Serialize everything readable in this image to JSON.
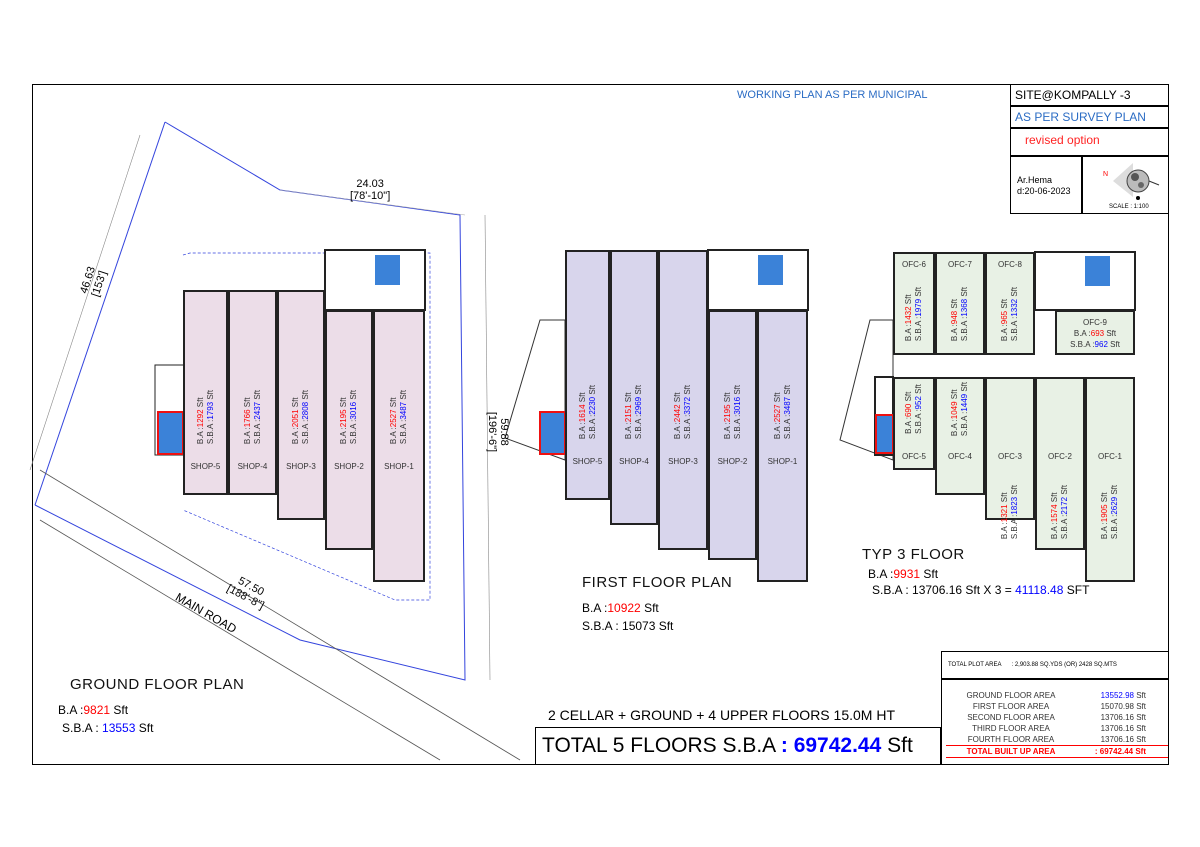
{
  "header": {
    "working_plan": "WORKING PLAN  AS PER MUNICIPAL"
  },
  "title_block": {
    "site": "SITE@KOMPALLY -3",
    "survey": "AS PER SURVEY PLAN",
    "revision": "revised option",
    "architect": "Ar.Hema",
    "date": "d:20-06-2023",
    "scale": "SCALE : 1:100",
    "north": "N"
  },
  "dimensions": {
    "top": "24.03",
    "top_ft": "[78'-10\"]",
    "left": "46.63",
    "left_ft": "[153']",
    "right": "59.88",
    "right_ft": "[196'-6\"]",
    "bottom": "57.50",
    "bottom_ft": "[188'-8\"]",
    "road": "MAIN ROAD"
  },
  "colors": {
    "ground": "#ecdde8",
    "first": "#d8d5ec",
    "typ": "#e8f1e5",
    "accent_red": "#ff0000",
    "accent_blue": "#0000ff"
  },
  "ground_floor": {
    "title": "GROUND  FLOOR  PLAN",
    "ba_label": "B.A :",
    "ba_value": "9821",
    "ba_unit": "Sft",
    "sba_label": "S.B.A :",
    "sba_value": "13553",
    "sba_unit": "Sft",
    "units": [
      {
        "name": "SHOP-5",
        "ba": "1292",
        "sba": "1793"
      },
      {
        "name": "SHOP-4",
        "ba": "1766",
        "sba": "2437"
      },
      {
        "name": "SHOP-3",
        "ba": "2051",
        "sba": "2808"
      },
      {
        "name": "SHOP-2",
        "ba": "2195",
        "sba": "3016"
      },
      {
        "name": "SHOP-1",
        "ba": "2527",
        "sba": "3487"
      }
    ]
  },
  "first_floor": {
    "title": "FIRST FLOOR PLAN",
    "ba_label": "B.A :",
    "ba_value": "10922",
    "ba_unit": "Sft",
    "sba_label": "S.B.A : 15073 Sft",
    "units": [
      {
        "name": "SHOP-5",
        "ba": "1614",
        "sba": "2230"
      },
      {
        "name": "SHOP-4",
        "ba": "2151",
        "sba": "2969"
      },
      {
        "name": "SHOP-3",
        "ba": "2442",
        "sba": "3372"
      },
      {
        "name": "SHOP-2",
        "ba": "2195",
        "sba": "3016"
      },
      {
        "name": "SHOP-1",
        "ba": "2527",
        "sba": "3487"
      }
    ]
  },
  "typ_floor": {
    "title": "TYP 3 FLOOR",
    "ba_label": "B.A :",
    "ba_value": "9931",
    "ba_unit": "Sft",
    "sba_label": "S.B.A : 13706.16 Sft X 3 =",
    "sba_value": "41118.48",
    "sba_unit": "SFT",
    "units": [
      {
        "name": "OFC-6",
        "ba": "1432",
        "sba": "1979"
      },
      {
        "name": "OFC-7",
        "ba": "948",
        "sba": "1368"
      },
      {
        "name": "OFC-8",
        "ba": "965",
        "sba": "1332"
      },
      {
        "name": "OFC-9",
        "ba": "693",
        "sba": "962"
      },
      {
        "name": "OFC-5",
        "ba": "690",
        "sba": "952"
      },
      {
        "name": "OFC-4",
        "ba": "1049",
        "sba": "1449"
      },
      {
        "name": "OFC-3",
        "ba": "1321",
        "sba": "1823"
      },
      {
        "name": "OFC-2",
        "ba": "1574",
        "sba": "2172"
      },
      {
        "name": "OFC-1",
        "ba": "1905",
        "sba": "2629"
      }
    ]
  },
  "summary": {
    "floors_note": "2 CELLAR + GROUND + 4 UPPER FLOORS 15.0M HT",
    "total_label": "TOTAL 5 FLOORS S.B.A",
    "total_value": "69742.44",
    "total_unit": "Sft",
    "plot_area_label": "TOTAL PLOT AREA",
    "plot_area_value": ":   2,903.88 SQ.YDS (OR) 2428 SQ.MTS",
    "rows": [
      {
        "label": "GROUND FLOOR AREA",
        "value": "13552.98",
        "unit": "Sft"
      },
      {
        "label": "FIRST FLOOR AREA",
        "value": "15070.98",
        "unit": "Sft"
      },
      {
        "label": "SECOND FLOOR AREA",
        "value": "13706.16",
        "unit": "Sft"
      },
      {
        "label": "THIRD FLOOR AREA",
        "value": "13706.16",
        "unit": "Sft"
      },
      {
        "label": "FOURTH FLOOR AREA",
        "value": "13706.16",
        "unit": "Sft"
      }
    ],
    "total_row": {
      "label": "TOTAL BUILT UP AREA",
      "value": ":  69742.44 Sft"
    }
  }
}
